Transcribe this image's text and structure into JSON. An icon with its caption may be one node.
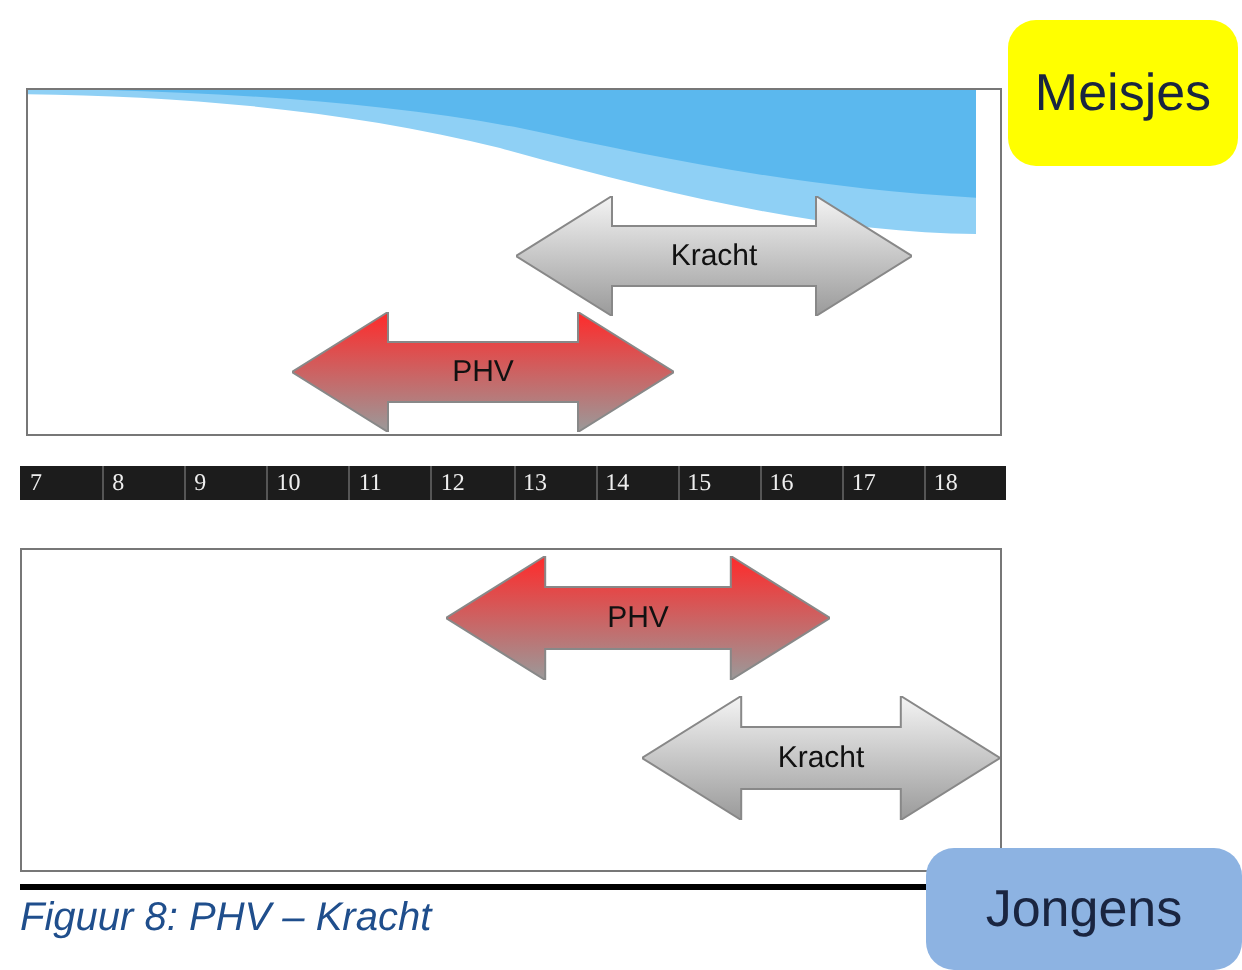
{
  "diagram": {
    "caption": "Figuur 8: PHV – Kracht",
    "nodes": [
      {
        "text": [],
        "shape": "box"
      },
      {
        "text": [
          "Meisjes"
        ]
      },
      {
        "text": [
          "Kracht"
        ],
        "in": 0
      },
      {
        "text": [
          "PHV"
        ],
        "in": 0
      },
      {
        "text": [],
        "shape": "box"
      },
      {
        "text": [
          "PHV"
        ],
        "in": 4
      },
      {
        "text": [
          "Kracht"
        ],
        "in": 4
      },
      {
        "text": [
          "Jongens"
        ]
      }
    ],
    "labels": [
      "7",
      "8",
      "9",
      "10",
      "11",
      "12",
      "13",
      "14",
      "15",
      "16",
      "17",
      "18"
    ]
  }
}
